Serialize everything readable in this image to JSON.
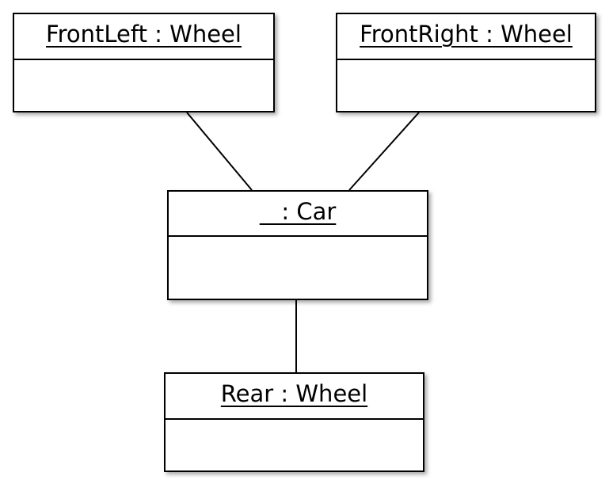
{
  "diagram": {
    "type": "uml-object-diagram",
    "objects": {
      "front_left": {
        "name": "FrontLeft : Wheel"
      },
      "front_right": {
        "name": "FrontRight : Wheel"
      },
      "car": {
        "name": "   : Car"
      },
      "rear": {
        "name": "Rear : Wheel"
      }
    },
    "links": [
      {
        "from": "FrontLeft : Wheel",
        "to": ": Car"
      },
      {
        "from": "FrontRight : Wheel",
        "to": ": Car"
      },
      {
        "from": ": Car",
        "to": "Rear : Wheel"
      }
    ],
    "colors": {
      "line": "#000000",
      "box_fill": "#ffffff"
    }
  }
}
